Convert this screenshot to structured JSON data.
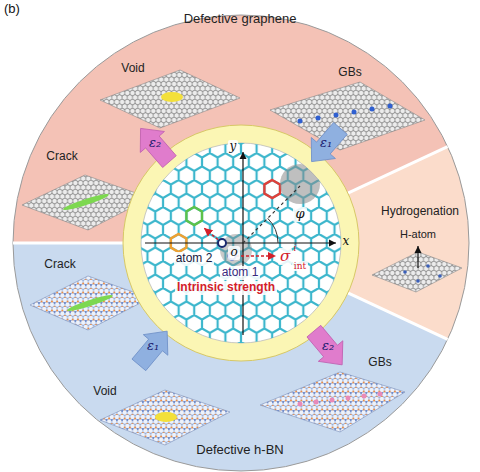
{
  "diagram": {
    "labels": [
      "(b)",
      "Defective graphene",
      "Void",
      "GBs",
      "Crack",
      "Hydrogenation",
      "H-atom",
      "ε₁",
      "ε₂",
      "ε₁",
      "ε₂",
      "y",
      "x",
      "o",
      "φ",
      "atom 2",
      "atom 1",
      "σ",
      "i",
      "int",
      "Intrinsic strength",
      "Crack",
      "Void",
      "GBs",
      "Defective h-BN"
    ]
  }
}
